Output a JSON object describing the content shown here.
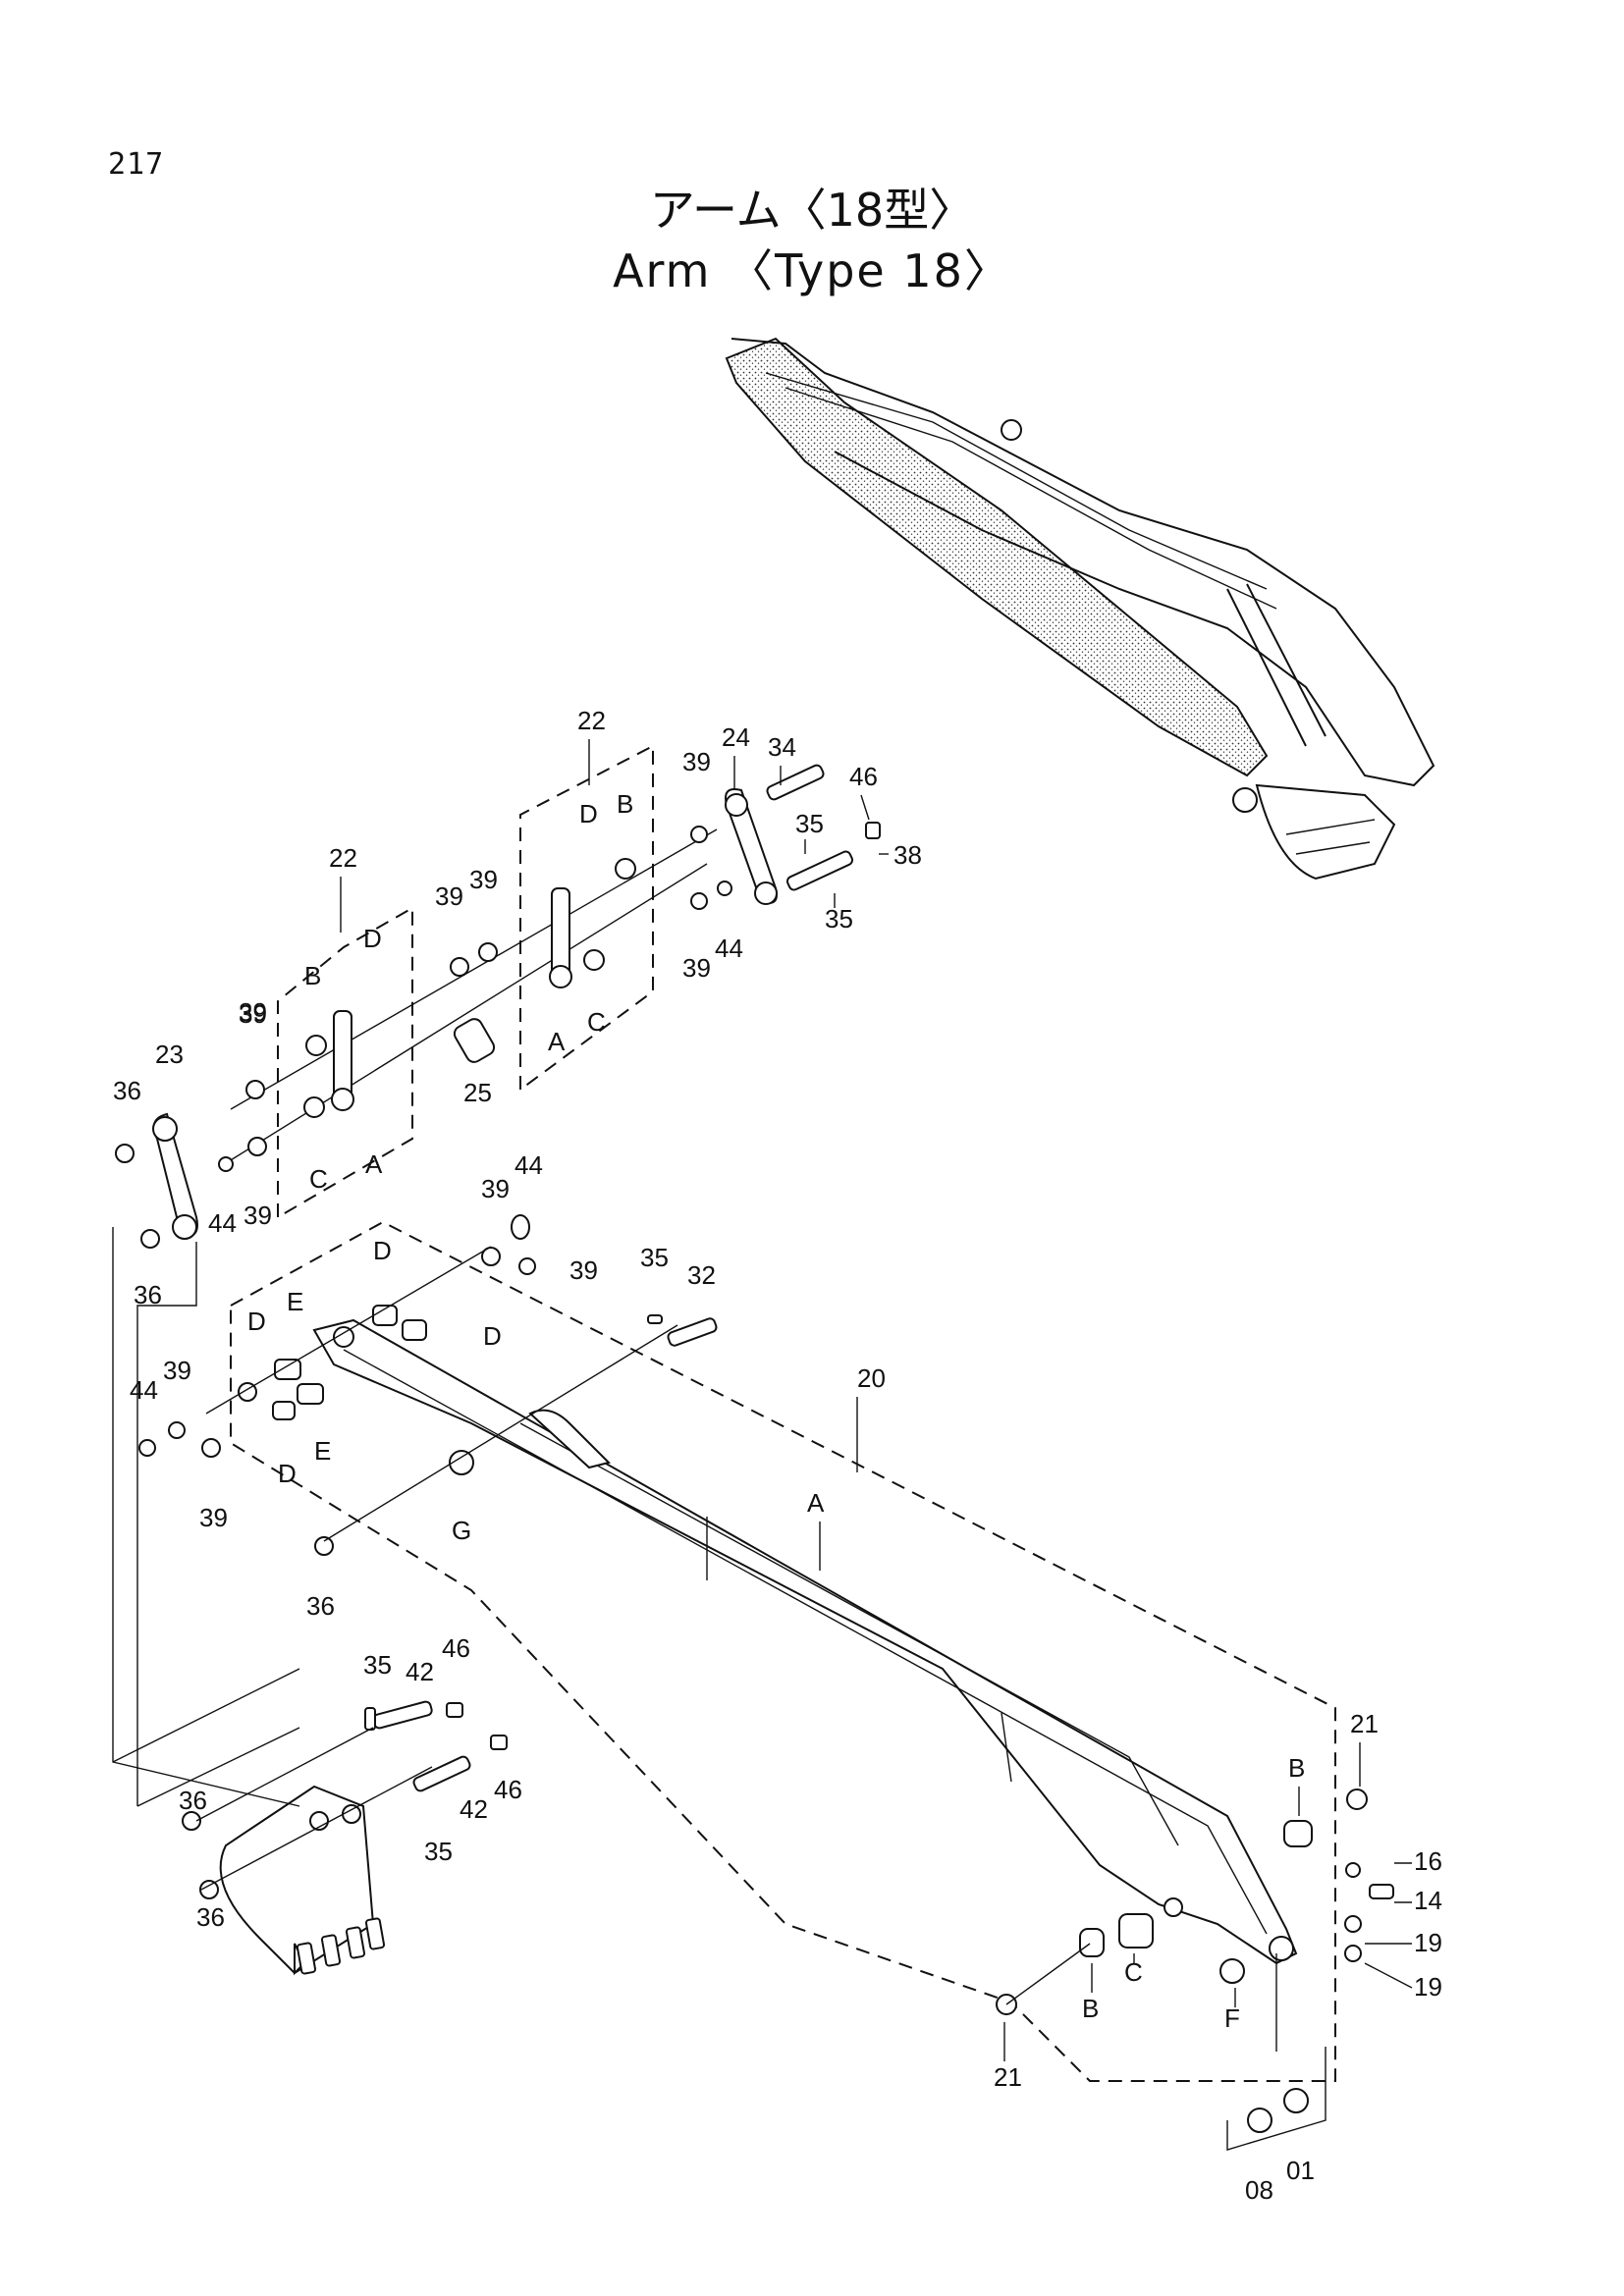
{
  "page_number": "217",
  "title_ja": "アーム〈18型〉",
  "title_en": "Arm 〈Type 18〉",
  "callouts": {
    "c34": "34",
    "c35a": "35",
    "c46a": "46",
    "c38": "38",
    "c35b": "35",
    "c24": "24",
    "c39a": "39",
    "c44a": "44",
    "c39b": "39",
    "c22a": "22",
    "c22b": "22",
    "cDa": "D",
    "cBa": "B",
    "cCa": "C",
    "cAa": "A",
    "cDb": "D",
    "cBb": "B",
    "cCb": "C",
    "cAb": "A",
    "c39c": "39",
    "c39d": "39",
    "c39e": "39",
    "c39f": "39",
    "c25": "25",
    "c23": "23",
    "c36a": "36",
    "c36b": "36",
    "c44b": "44",
    "c39g": "39",
    "c39h": "39",
    "c44c": "44",
    "c39i": "39",
    "c35c": "35",
    "c32": "32",
    "cDc": "D",
    "cDd": "D",
    "cDe": "D",
    "cDf": "D",
    "cEa": "E",
    "cEb": "E",
    "c44d": "44",
    "c39j": "39",
    "c39k": "39",
    "cG": "G",
    "c36c": "36",
    "c20": "20",
    "cA": "A",
    "c35d": "35",
    "c42a": "42",
    "c46b": "46",
    "c42b": "42",
    "c46c": "46",
    "c35e": "35",
    "c36d": "36",
    "c36e": "36",
    "c21a": "21",
    "cBc": "B",
    "c16": "16",
    "c14": "14",
    "c19a": "19",
    "c19b": "19",
    "c21b": "21",
    "cBd": "B",
    "cCc": "C",
    "cF": "F",
    "c08": "08",
    "c01": "01"
  }
}
